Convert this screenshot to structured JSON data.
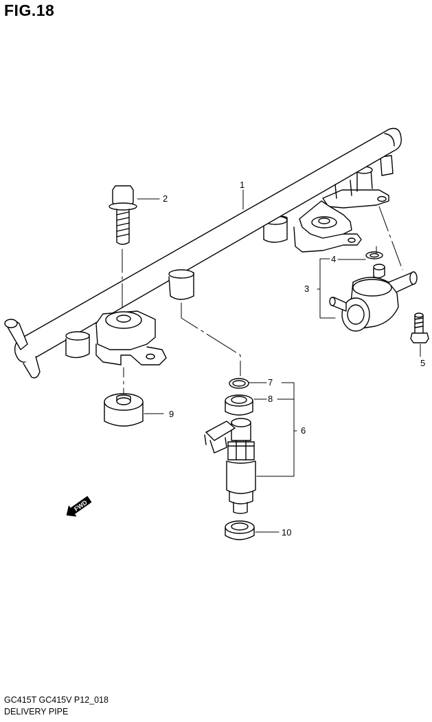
{
  "figure": {
    "title": "FIG.18",
    "footer_models": "GC415T GC415V P12_018",
    "footer_name": "DELIVERY PIPE"
  },
  "callouts": [
    "1",
    "2",
    "3",
    "4",
    "5",
    "6",
    "7",
    "8",
    "9",
    "10"
  ],
  "fwd_label": "FWD"
}
